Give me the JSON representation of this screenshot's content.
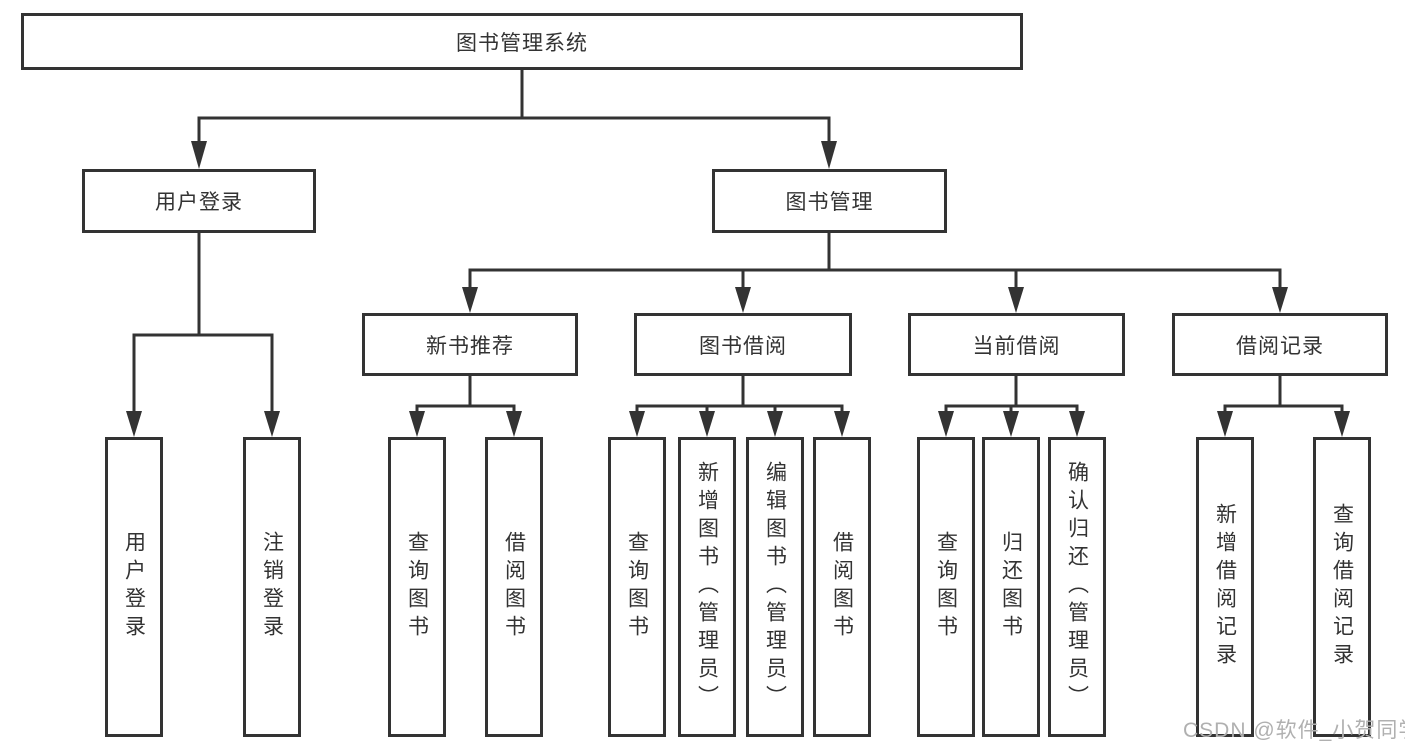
{
  "diagram": {
    "root": {
      "label": "图书管理系统"
    },
    "branches": [
      {
        "label": "用户登录",
        "children": [
          {
            "label": "用户登录"
          },
          {
            "label": "注销登录"
          }
        ]
      },
      {
        "label": "图书管理",
        "children": [
          {
            "label": "新书推荐",
            "children": [
              {
                "label": "查询图书"
              },
              {
                "label": "借阅图书"
              }
            ]
          },
          {
            "label": "图书借阅",
            "children": [
              {
                "label": "查询图书"
              },
              {
                "label": "新增图书（管理员）"
              },
              {
                "label": "编辑图书（管理员）"
              },
              {
                "label": "借阅图书"
              }
            ]
          },
          {
            "label": "当前借阅",
            "children": [
              {
                "label": "查询图书"
              },
              {
                "label": "归还图书"
              },
              {
                "label": "确认归还（管理员）"
              }
            ]
          },
          {
            "label": "借阅记录",
            "children": [
              {
                "label": "新增借阅记录"
              },
              {
                "label": "查询借阅记录"
              }
            ]
          }
        ]
      }
    ],
    "watermark": "CSDN @软件_小贺同学",
    "colors": {
      "line": "#333333",
      "text": "#333333",
      "background": "#ffffff",
      "watermark": "#b0b0b0"
    }
  }
}
